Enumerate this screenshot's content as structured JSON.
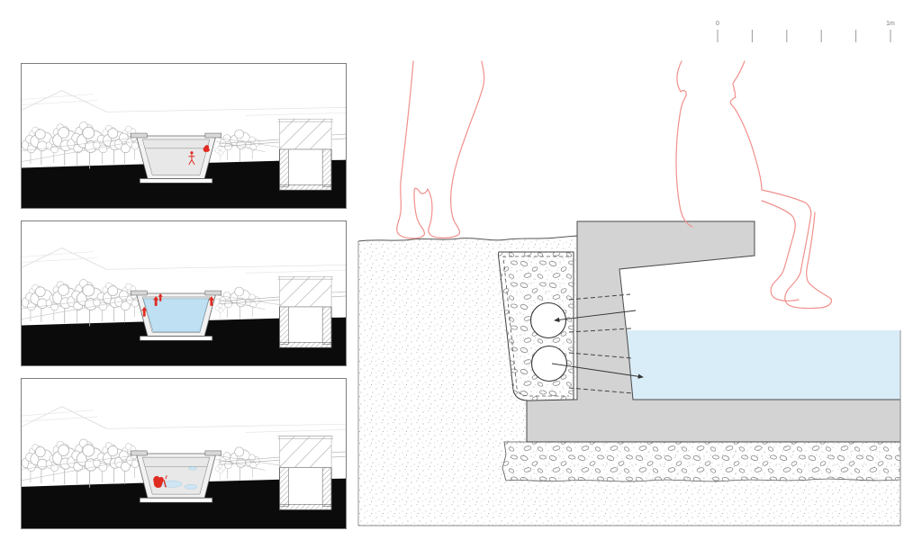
{
  "scale_bar": {
    "zero_label": "0",
    "end_label": "1m",
    "tick_count": 6
  },
  "colors": {
    "figure-red": "#f0908c",
    "accent-red": "#e02b20",
    "water": "#d9edf8",
    "panel-water": "#bfe0f2",
    "puddle": "#cde5f4",
    "concrete": "#d3d3d3",
    "ink": "#3f3f3f",
    "ground-black": "#0b0b0b"
  },
  "panels": [
    {
      "name": "section-basin-empty"
    },
    {
      "name": "section-basin-filled"
    },
    {
      "name": "section-basin-puddles"
    }
  ],
  "detail_elements": {
    "standing_person": "person-standing-on-sand",
    "sitting_person": "person-sitting-on-pool-edge",
    "upper_pipe": "overflow-pipe",
    "lower_pipe": "inlet-pipe",
    "trench": "gravel-drainage-trench",
    "pool": "water-basin"
  }
}
